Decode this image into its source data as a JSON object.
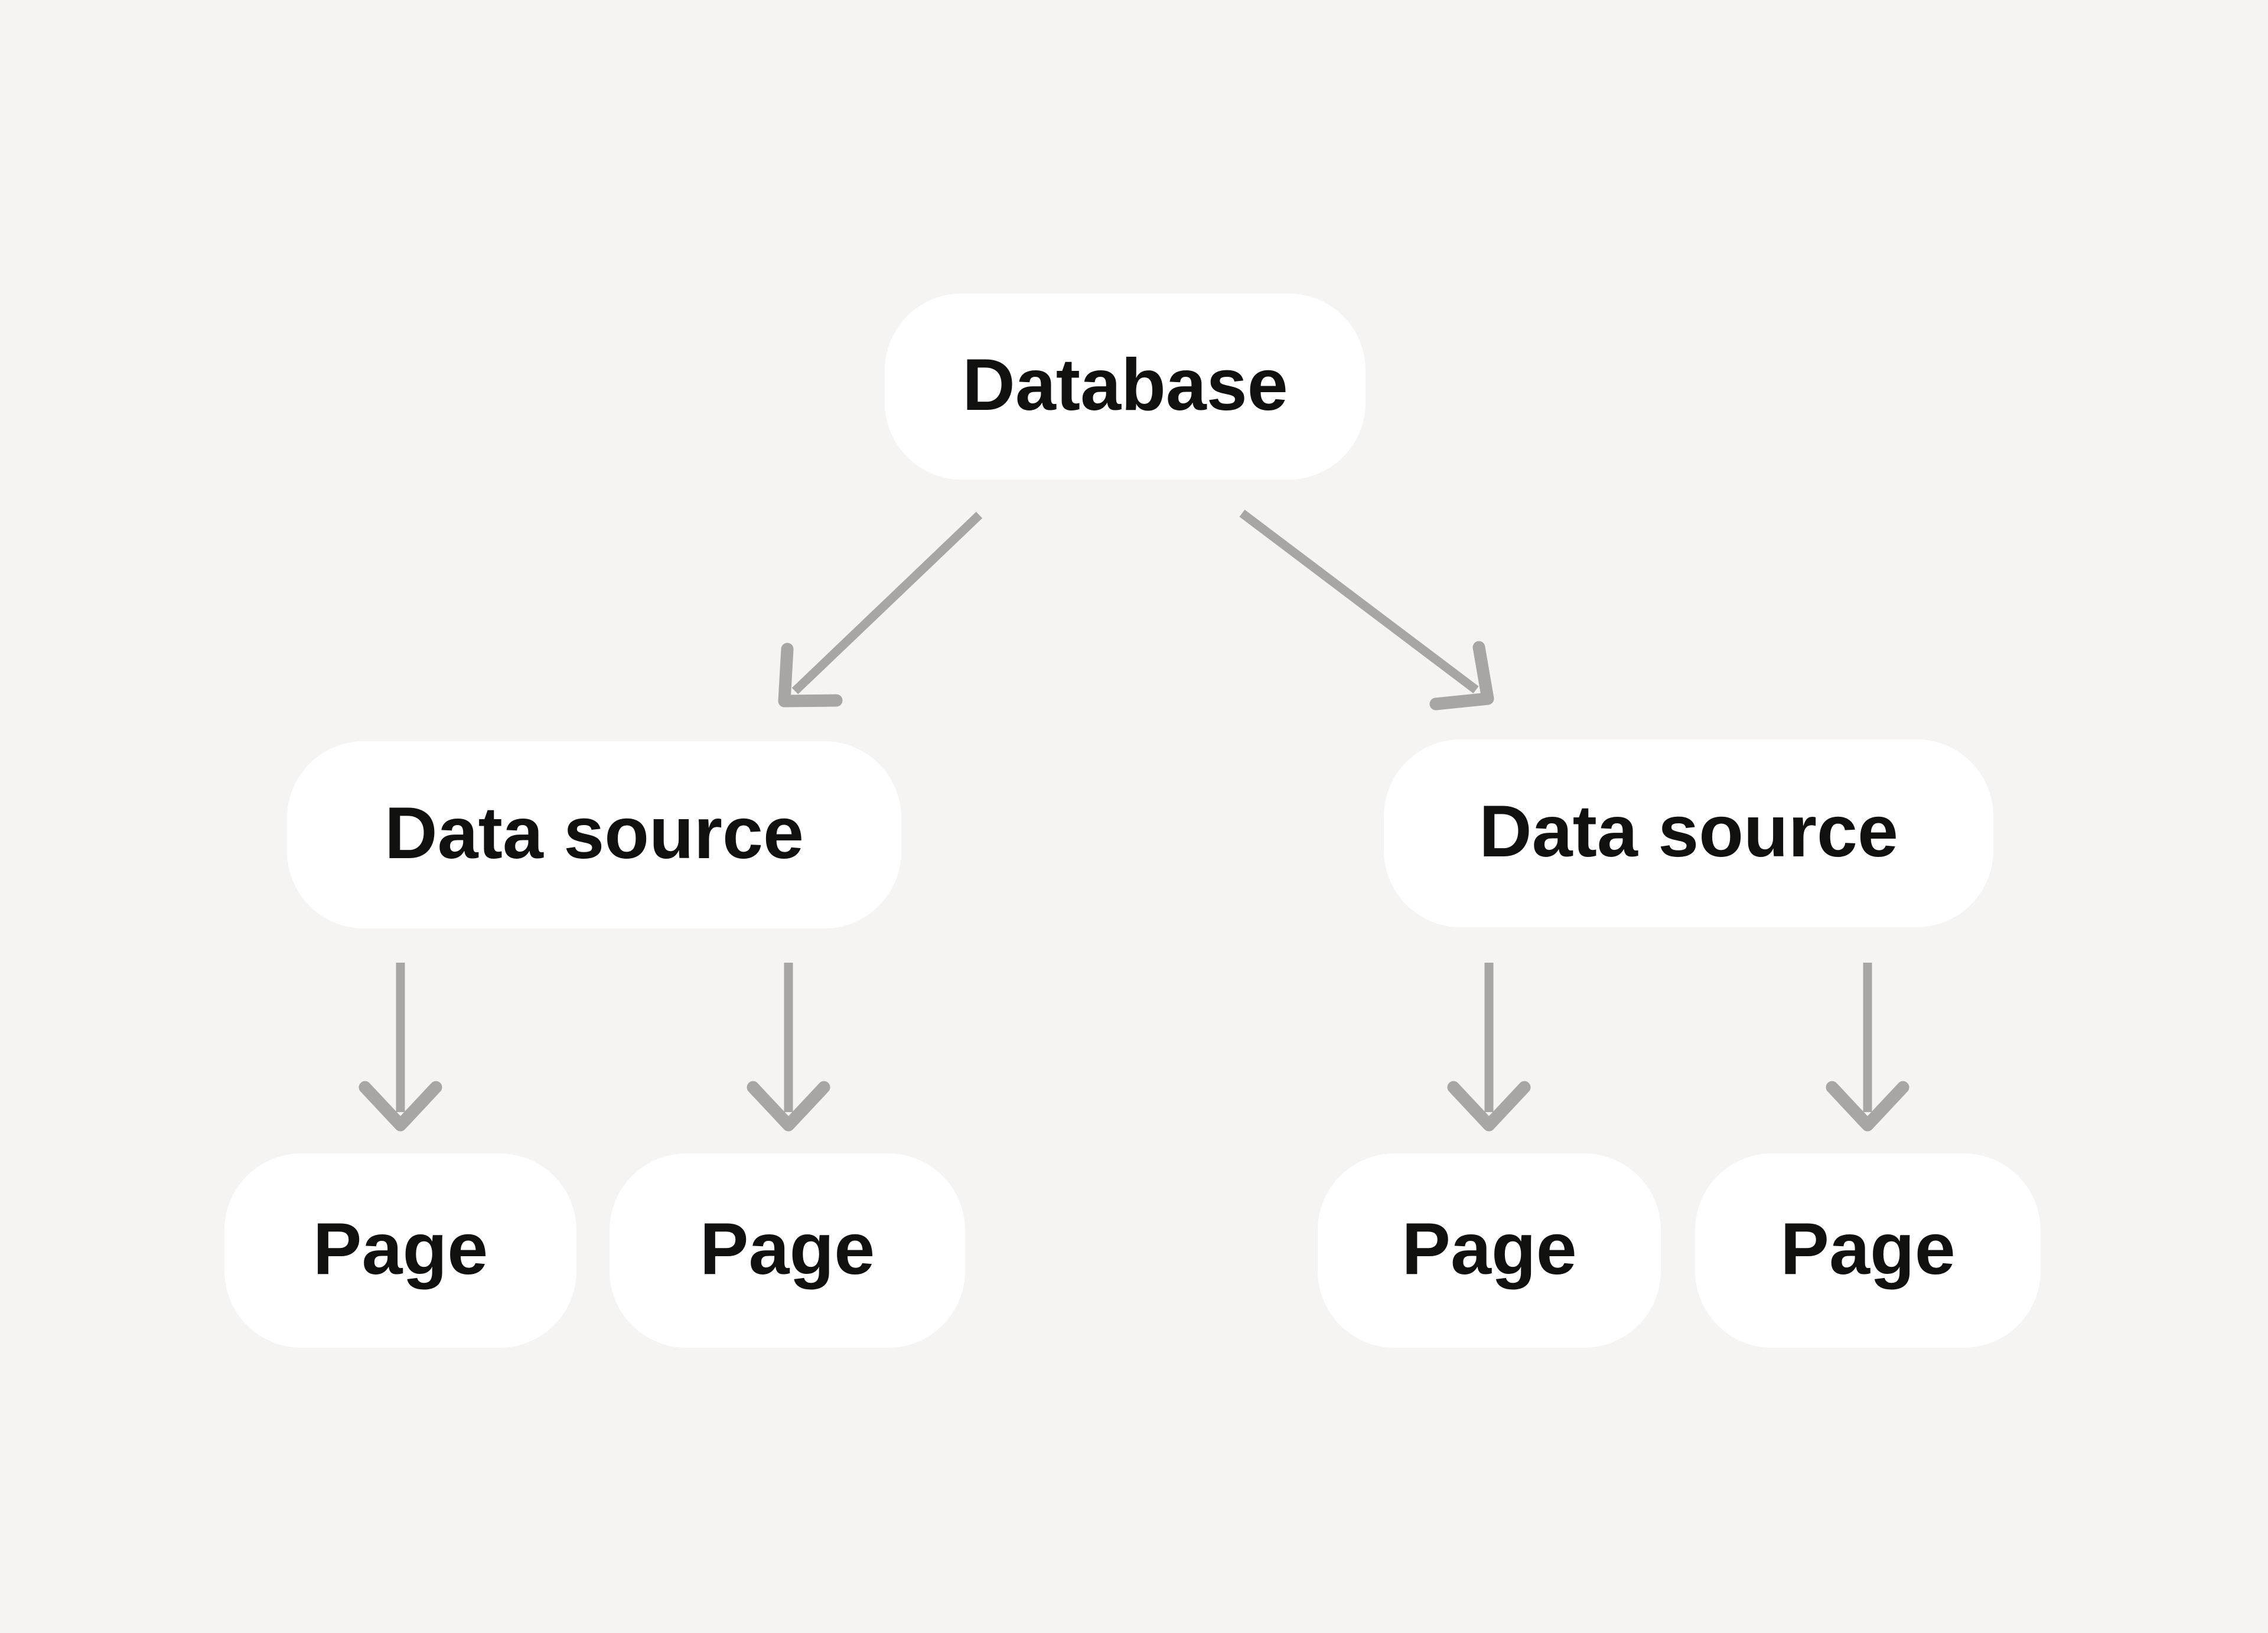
{
  "diagram": {
    "type": "tree",
    "colors": {
      "background": "#F5F4F2",
      "node_fill": "#FFFFFF",
      "arrow": "#A7A6A3",
      "text": "#111110"
    },
    "nodes": {
      "database": {
        "label": "Database"
      },
      "data_source_left": {
        "label": "Data source"
      },
      "data_source_right": {
        "label": "Data source"
      },
      "page_1": {
        "label": "Page"
      },
      "page_2": {
        "label": "Page"
      },
      "page_3": {
        "label": "Page"
      },
      "page_4": {
        "label": "Page"
      }
    },
    "edges": [
      {
        "from": "database",
        "to": "data_source_left"
      },
      {
        "from": "database",
        "to": "data_source_right"
      },
      {
        "from": "data_source_left",
        "to": "page_1"
      },
      {
        "from": "data_source_left",
        "to": "page_2"
      },
      {
        "from": "data_source_right",
        "to": "page_3"
      },
      {
        "from": "data_source_right",
        "to": "page_4"
      }
    ]
  }
}
